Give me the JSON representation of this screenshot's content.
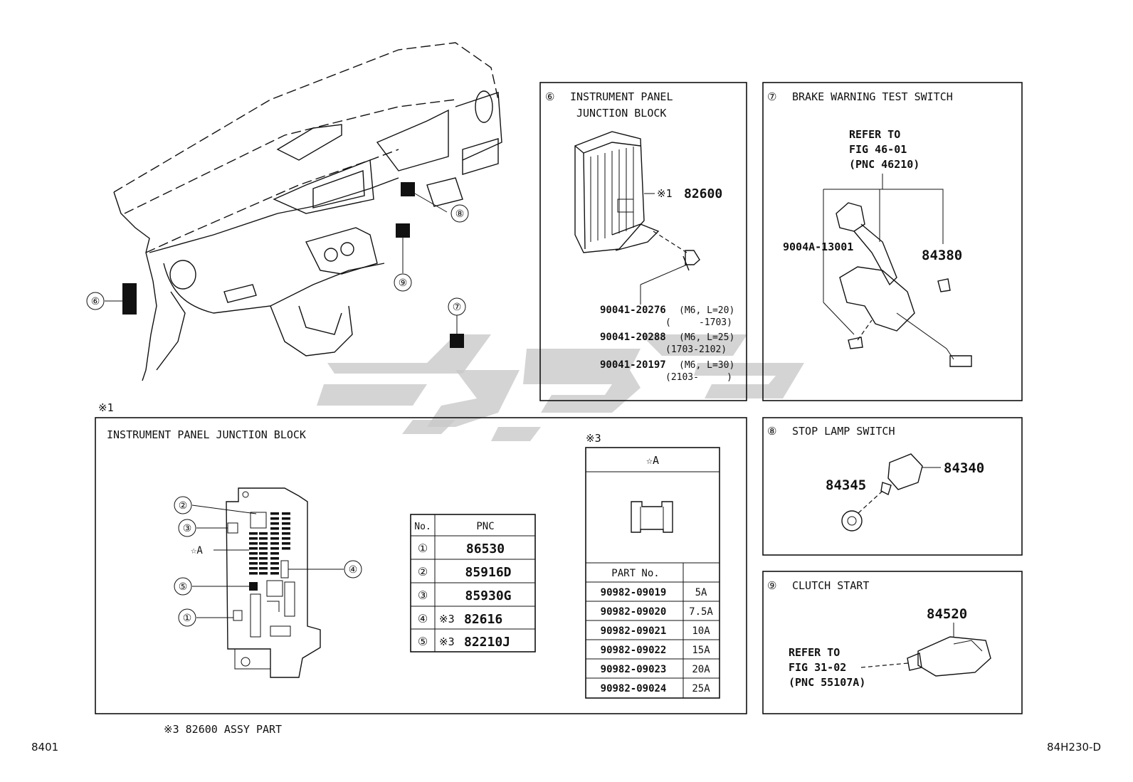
{
  "callouts": {
    "c6": "⑥",
    "c7": "⑦",
    "c8": "⑧",
    "c9": "⑨"
  },
  "note_star1": "※1",
  "panel6": {
    "num": "⑥",
    "title1": "INSTRUMENT PANEL",
    "title2": "JUNCTION BLOCK",
    "ref_mark": "※1",
    "ref_pnc": "82600",
    "bolts": [
      {
        "pnc": "90041-20276",
        "spec": "(M6, L=20)",
        "range": "(     -1703)"
      },
      {
        "pnc": "90041-20288",
        "spec": "(M6, L=25)",
        "range": "(1703-2102)"
      },
      {
        "pnc": "90041-20197",
        "spec": "(M6, L=30)",
        "range": "(2103-     )"
      }
    ]
  },
  "panel7": {
    "num": "⑦",
    "title": "BRAKE WARNING TEST SWITCH",
    "refer1": "REFER TO",
    "refer2": "FIG 46-01",
    "refer3": "(PNC 46210)",
    "part_a": "9004A-13001",
    "part_b": "84380"
  },
  "panel8": {
    "num": "⑧",
    "title": "STOP LAMP SWITCH",
    "part_a": "84345",
    "part_b": "84340"
  },
  "panel9": {
    "num": "⑨",
    "title": "CLUTCH START",
    "part": "84520",
    "refer1": "REFER TO",
    "refer2": "FIG 31-02",
    "refer3": "(PNC 55107A)"
  },
  "jb_panel": {
    "title": "INSTRUMENT PANEL JUNCTION BLOCK",
    "labels": [
      "②",
      "③",
      "☆A",
      "④",
      "⑤",
      "①"
    ]
  },
  "pnc_table": {
    "headers": [
      "No.",
      "PNC"
    ],
    "rows": [
      {
        "no": "①",
        "mark": "",
        "pnc": "86530"
      },
      {
        "no": "②",
        "mark": "",
        "pnc": "85916D"
      },
      {
        "no": "③",
        "mark": "",
        "pnc": "85930G"
      },
      {
        "no": "④",
        "mark": "※3",
        "pnc": "82616"
      },
      {
        "no": "⑤",
        "mark": "※3",
        "pnc": "82210J"
      }
    ]
  },
  "fuse_table": {
    "note": "※3",
    "header": "☆A",
    "col_header": "PART No.",
    "rows": [
      {
        "part": "90982-09019",
        "amp": "5A"
      },
      {
        "part": "90982-09020",
        "amp": "7.5A"
      },
      {
        "part": "90982-09021",
        "amp": "10A"
      },
      {
        "part": "90982-09022",
        "amp": "15A"
      },
      {
        "part": "90982-09023",
        "amp": "20A"
      },
      {
        "part": "90982-09024",
        "amp": "25A"
      }
    ]
  },
  "footer": {
    "assy_note": "※3 82600 ASSY PART",
    "page_left": "8401",
    "page_right": "84H230-D"
  }
}
